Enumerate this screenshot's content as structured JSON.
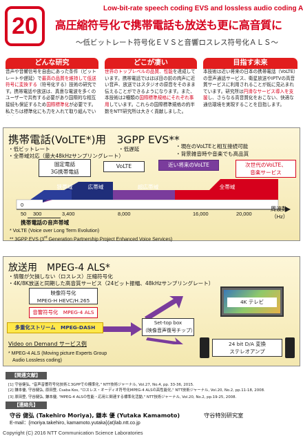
{
  "header": {
    "number": "20",
    "title_en": "Low-bit-rate speech coding EVS and lossless audio coding ALS",
    "title_ja": "高圧縮符号化で携帯電話も放送も更に高音質に",
    "subtitle": "～低ビットレート符号化ＥＶＳと音響ロスレス符号化ＡＬＳ～"
  },
  "columns": [
    {
      "tab": "どんな研究",
      "body_a": "音声や音響信号を自由にあった条件（ビットレートや遅延）で",
      "body_red1": "最高の品質を維持して低送符号に変換する",
      "body_b": "（符号化する）技術の研究です。携帯電話や放送は、真意な電波を多くのユーザーで共有する必要があり国際的な相互接続も保証するため",
      "body_red2": "国際標準化",
      "body_c": "が必要です。私たちは標準化にも力を入れて取り組んでいます。"
    },
    {
      "tab": "どこが凄い",
      "body_red1": "世界のトップレベルの品質、性能",
      "body_a": "を達成しています。携帯電話ではほぼ目の前の肉声に近い音声、放送ではスタジオの原音をそのまま伝えることができるようになります。また、本技術は2種類の",
      "body_red2": "国際標準規格にそれぞれ事用",
      "body_b": "しています。これらの国際標準規格の約半数をNTT研究所は大きく貢献しました。"
    },
    {
      "tab": "目指す未来",
      "body_a": "本技術は近い将来の日本の携帯電話（VoLTE）の音声通話サービス、衛星放送やIPTVの高音質サービスに利用されることが既に見込まれています。研究所は",
      "body_red1": "円滑なサービス導入を支援",
      "body_b": "し、さらなる高音質化をおこない、快適な通信環境を実現することを目指します。"
    }
  ],
  "evs": {
    "title": "携帯電話(VoLTE*)用　3GPP EVS**",
    "bullets_left": [
      "・低ビットレート",
      "・全帯域対応（最大48kHzサンプリングレート）"
    ],
    "bullets_mid": [
      "・低遅延"
    ],
    "bullets_right": [
      "・現在のVoLTEと相互接続可能",
      "・背景雑音時や音楽でも高品質"
    ],
    "box_fixed1": "固定電話",
    "box_fixed2": "3G携帯電話",
    "box_volte": "VoLTE",
    "box_future": "近い将来のVoLTE",
    "box_next1": "次世代のVoLTE、",
    "box_next2": "音楽サービス",
    "band_narrow": "狭帯域",
    "band_wide": "広帯域",
    "band_swb": "超広帯域",
    "band_full": "全帯域",
    "ticks": [
      "0",
      "50",
      "300",
      "3,400",
      "8,000",
      "16,000",
      "20,000"
    ],
    "axis_label1": "周波数",
    "axis_label2": "（Hz）",
    "range_label": "携帯電話の音声帯域",
    "footnote1": "*  VoLTE (Voice over Long Term Evolution)",
    "footnote2_a": "** 3GPP EVS (3",
    "footnote2_sup": "rd",
    "footnote2_b": " Generation Partnership Project Enhanced Voice Services)"
  },
  "mpeg": {
    "title": "放送用　MPEG-4 ALS*",
    "bullets": [
      "・情報が欠損しない（ロスレス）圧縮符号化",
      "・4K/8K放送と同期した高音質サービス（24ビット振幅、48kHzサンプリングレート）"
    ],
    "box_video1": "映像符号化",
    "box_video2": "MPEG-H HEVC/H.265",
    "box_audio": "音響符号化　MPEG-4 ALS",
    "box_mux": "多重化ストリーム　MPEG-DASH",
    "stb1": "Set-top box",
    "stb2": "（映像音声復号チップ）",
    "tv_label": "4K テレビ",
    "amp1": "24 bit D/A 変換",
    "amp2": "ステレオアンプ",
    "vod": "Video on Demand サービス例",
    "footnote1": "* MPEG-4 ALS (Moving picture Experts Group",
    "footnote2": "Audio Lossless coding)"
  },
  "references": {
    "head": "【関連文献】",
    "items": [
      "[1] 守谷健弘, \"音声音響符号化技術と3GPPでの標準化,\" NTT技術ジャーナル, Vol.27, No.4, pp. 33-36, 2015.",
      "[2] 鎌本優, 守谷健弘, 原田登, Csaba Kos, \"ロスレス・オーディオ符号化MPEG-4 ALSの高性能化,\" NTT技術ジャーナル, Vol.20, No.2, pp.11-18, 2008.",
      "[3] 原田登, 守谷健弘, 鎌本優, \"MPEG-4 ALSの性能・応用と関連する標準化活動,\" NTT技術ジャーナル, Vol.20, No.2, pp.19-25, 2008."
    ]
  },
  "contact": {
    "head": "【連絡先】",
    "names": "守谷 健弘 (Takehiro Moriya), 鎌本 優 (Yutaka Kamamoto)",
    "dept": "守谷特別研究室",
    "email": "E-mail：{moriya.takehiro, kamamoto.yutaka}(at)lab.ntt.co.jp"
  },
  "copyright": "Copyright (C) 2016 NTT Communication Science Laboratories",
  "colors": {
    "accent_red": "#d6001c",
    "band_navy": "#1f2e7a",
    "band_purple": "#7a3c9c",
    "band_red": "#d6001c",
    "panel_bg": "#f7ecc0"
  }
}
